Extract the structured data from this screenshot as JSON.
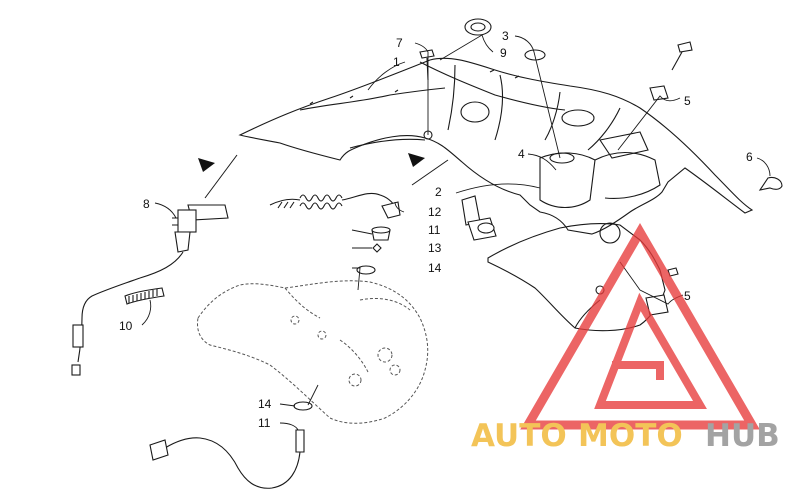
{
  "callouts": [
    {
      "label": "1"
    },
    {
      "label": "2"
    },
    {
      "label": "3"
    },
    {
      "label": "4"
    },
    {
      "label": "5"
    },
    {
      "label": "5"
    },
    {
      "label": "6"
    },
    {
      "label": "7"
    },
    {
      "label": "8"
    },
    {
      "label": "9"
    },
    {
      "label": "10"
    },
    {
      "label": "11"
    },
    {
      "label": "11"
    },
    {
      "label": "12"
    },
    {
      "label": "13"
    },
    {
      "label": "14"
    },
    {
      "label": "14"
    }
  ],
  "watermark": {
    "part_auto": "AUTO",
    "part_moto": "MOTO",
    "part_hub": "HUB",
    "color_auto": "#f0b42a",
    "color_moto": "#f0b42a",
    "color_hub": "#8a8a8a",
    "triangle_color": "#e73a3a"
  }
}
